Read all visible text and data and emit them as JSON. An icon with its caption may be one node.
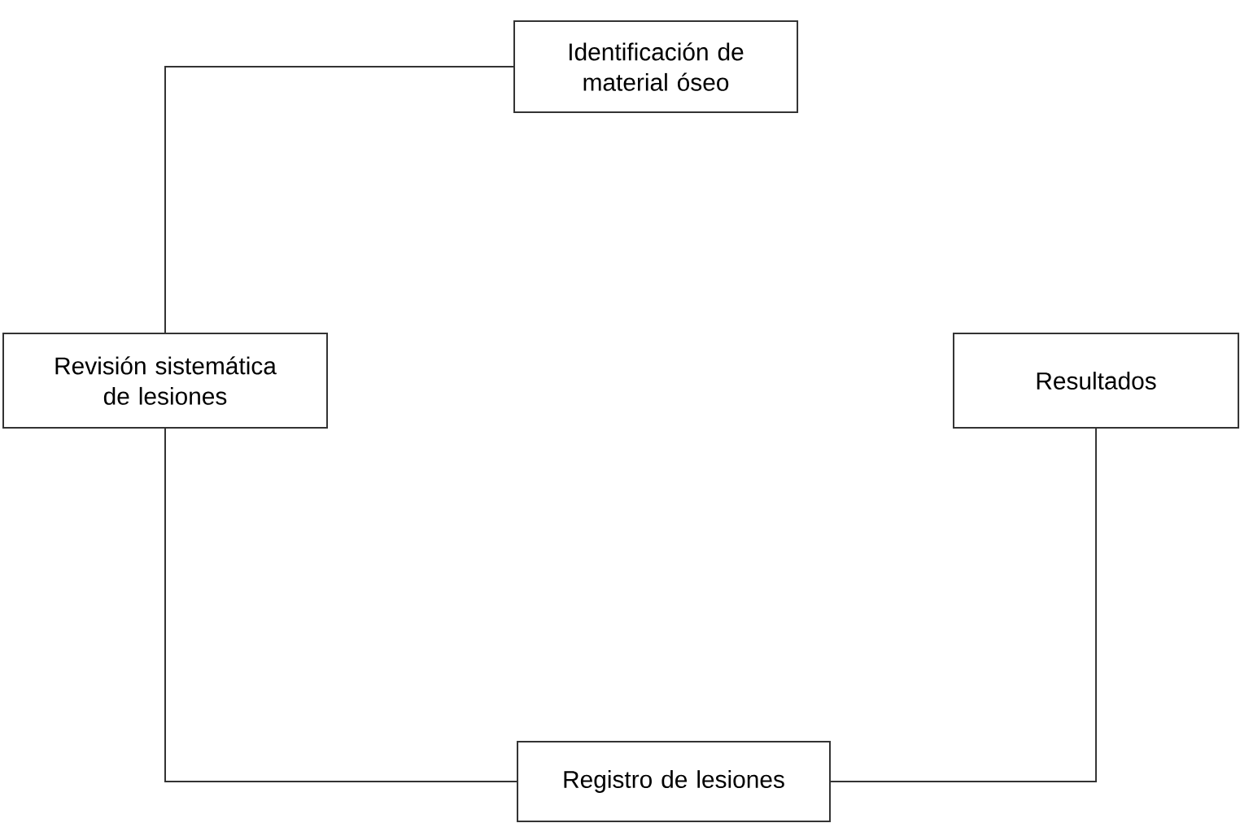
{
  "diagram": {
    "nodes": [
      {
        "text": [
          "Identificación de material óseo"
        ]
      },
      {
        "text": [
          "Revisión sistemática de lesiones"
        ]
      },
      {
        "text": [
          "Resultados"
        ]
      },
      {
        "text": [
          "Registro de lesiones"
        ]
      }
    ],
    "edges": [
      {
        "from": 0,
        "to": 1,
        "arrow": "none"
      },
      {
        "from": 1,
        "to": 3,
        "arrow": "none"
      },
      {
        "from": 3,
        "to": 2,
        "arrow": "none"
      }
    ]
  }
}
